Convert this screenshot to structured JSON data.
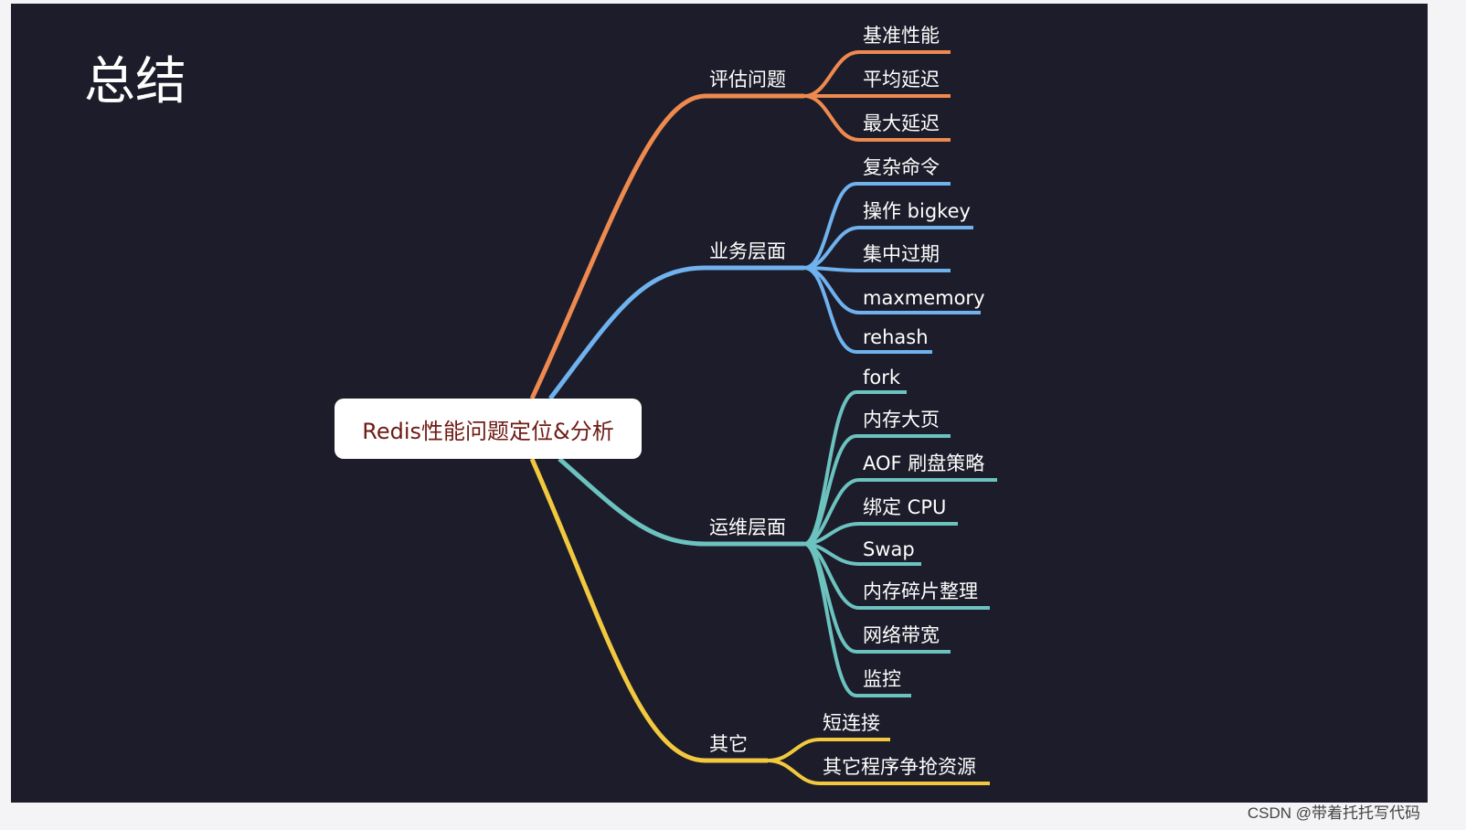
{
  "slide_title": "总结",
  "root": "Redis性能问题定位&分析",
  "colors": {
    "background": "#1c1c2a",
    "orange": "#ee8a4f",
    "blue": "#6fb2ee",
    "teal": "#6cc2bf",
    "yellow": "#f2c93e"
  },
  "branches": [
    {
      "label": "评估问题",
      "color": "orange",
      "items": [
        "基准性能",
        "平均延迟",
        "最大延迟"
      ]
    },
    {
      "label": "业务层面",
      "color": "blue",
      "items": [
        "复杂命令",
        "操作 bigkey",
        "集中过期",
        "maxmemory",
        "rehash"
      ]
    },
    {
      "label": "运维层面",
      "color": "teal",
      "items": [
        "fork",
        "内存大页",
        "AOF 刷盘策略",
        "绑定 CPU",
        "Swap",
        "内存碎片整理",
        "网络带宽",
        "监控"
      ]
    },
    {
      "label": "其它",
      "color": "yellow",
      "items": [
        "短连接",
        "其它程序争抢资源"
      ]
    }
  ],
  "watermark": "CSDN @带着托托写代码"
}
